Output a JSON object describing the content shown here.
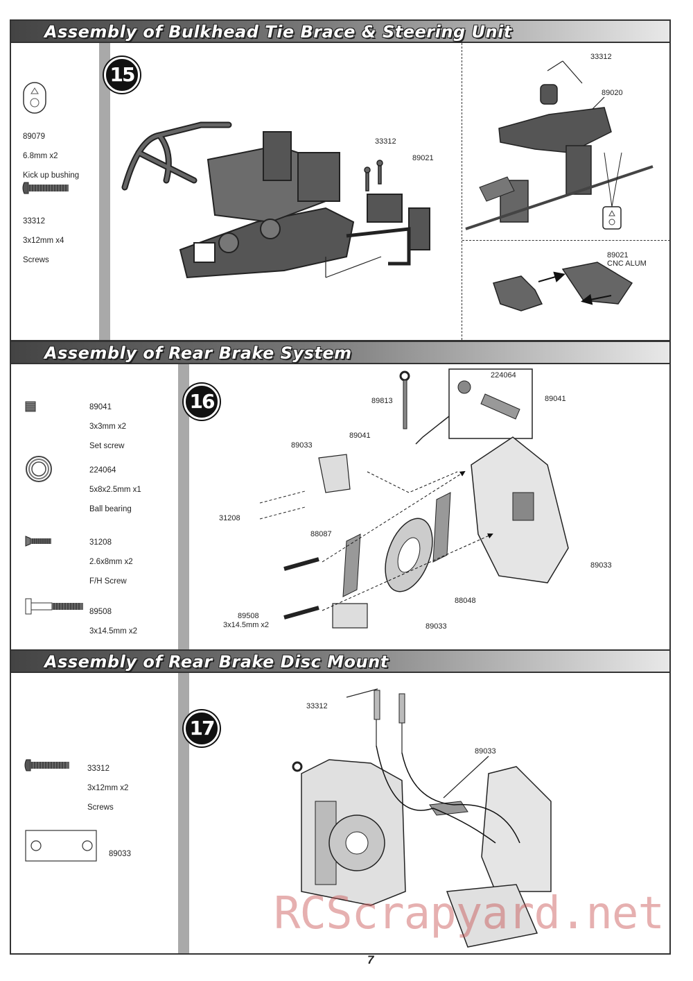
{
  "sections": [
    {
      "title": "Assembly of Bulkhead Tie Brace & Steering Unit",
      "step": "15",
      "parts": [
        {
          "code": "89079",
          "spec": "6.8mm x2",
          "desc": "Kick up bushing"
        },
        {
          "code": "33312",
          "spec": "3x12mm x4",
          "desc": "Screws"
        }
      ],
      "callouts": {
        "screw": "33312",
        "plate": "89021",
        "detail_screw": "33312",
        "detail_part": "89020",
        "cnc_code": "89021",
        "cnc_desc": "CNC ALUM"
      }
    },
    {
      "title": "Assembly of Rear Brake System",
      "step": "16",
      "parts": [
        {
          "code": "89041",
          "spec": "3x3mm x2",
          "desc": "Set screw"
        },
        {
          "code": "224064",
          "spec": "5x8x2.5mm x1",
          "desc": "Ball bearing"
        },
        {
          "code": "31208",
          "spec": "2.6x8mm x2",
          "desc": "F/H Screw"
        },
        {
          "code": "89508",
          "spec": "3x14.5mm x2",
          "desc": ""
        }
      ],
      "callouts": {
        "bearing": "224064",
        "rod": "89813",
        "setscrew_inset": "89041",
        "setscrew": "89041",
        "caliper": "89033",
        "fh_screw": "31208",
        "pad": "88087",
        "housing": "89033",
        "disc": "88048",
        "bolt": "89508",
        "bolt_spec": "3x14.5mm x2",
        "block": "89033"
      }
    },
    {
      "title": "Assembly of Rear Brake  Disc Mount",
      "step": "17",
      "parts": [
        {
          "code": "33312",
          "spec": "3x12mm x2",
          "desc": "Screws"
        },
        {
          "code": "89033",
          "spec": "",
          "desc": ""
        }
      ],
      "callouts": {
        "screw": "33312",
        "plate": "89033"
      }
    }
  ],
  "page_number": "7",
  "watermark": "RCScrapyard.net"
}
